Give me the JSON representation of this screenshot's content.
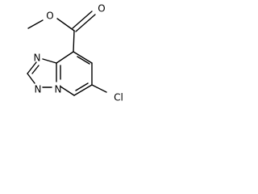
{
  "molecule": {
    "atoms": {
      "O_ether": "O",
      "O_carbonyl": "O",
      "N_pyrimidine": "N",
      "N_lower_left": "N",
      "N_bridge": "N",
      "Cl": "Cl"
    },
    "colors": {
      "bond": "#000000",
      "label": "#000000",
      "background": "#ffffff"
    }
  }
}
